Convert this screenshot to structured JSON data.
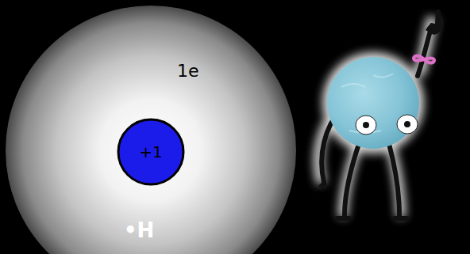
{
  "diagram": {
    "nodes": [
      {
        "text": [
          "1e"
        ]
      },
      {
        "text": [
          "+1"
        ],
        "in": 0
      }
    ],
    "labels": [
      "•H"
    ]
  }
}
